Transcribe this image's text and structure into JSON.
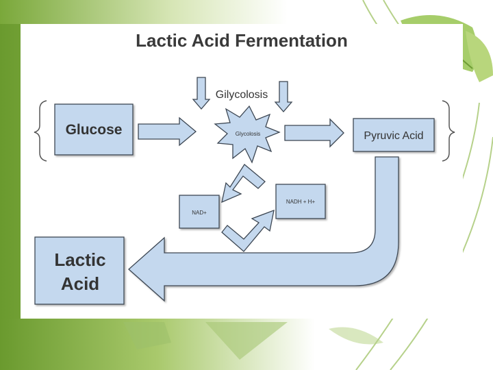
{
  "slide": {
    "colors": {
      "green_dark": "#6a9a2e",
      "green_light": "#c9dc8f",
      "box_fill": "#c4d8ee",
      "box_stroke": "#3c4652"
    }
  },
  "diagram": {
    "title": "Lactic Acid Fermentation",
    "glycolysis_label": "Gilycolosis",
    "starburst_label": "Glycolosis",
    "nodes": {
      "glucose": "Glucose",
      "pyruvic_acid": "Pyruvic Acid",
      "nad_plus": "NAD+",
      "nadh": "NADH + H+",
      "lactic_acid_line1": "Lactic",
      "lactic_acid_line2": "Acid"
    }
  }
}
